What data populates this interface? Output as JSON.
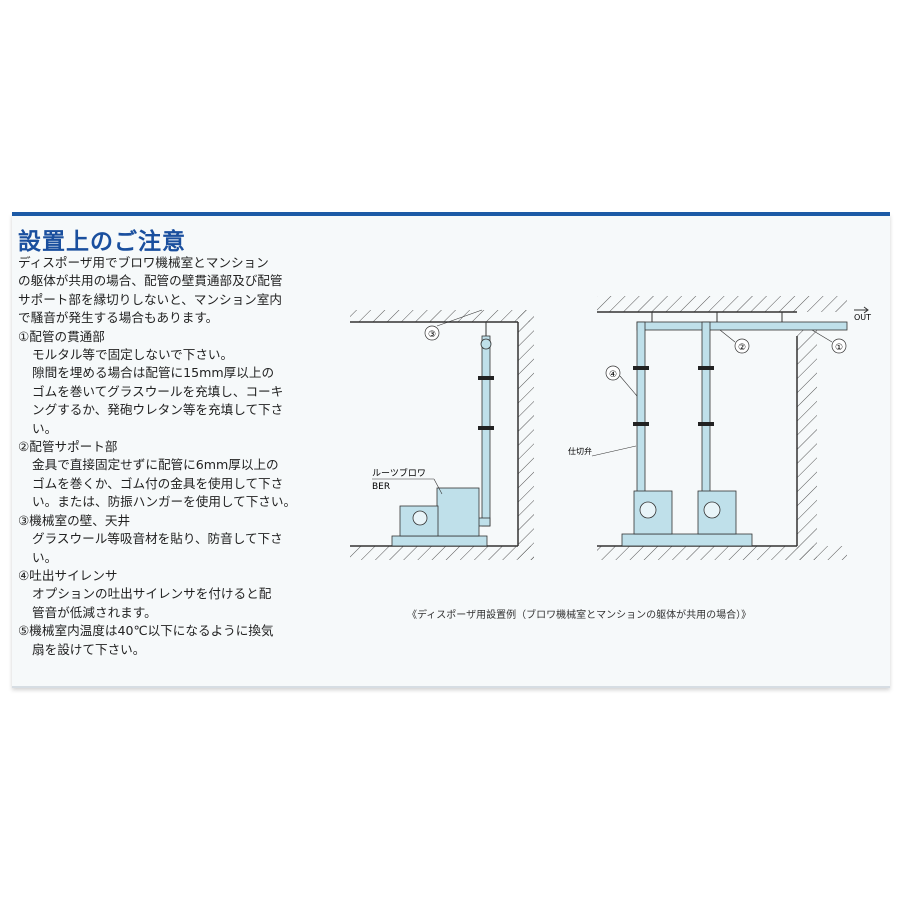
{
  "title": "設置上のご注意",
  "intro": [
    "ディスポーザ用でブロワ機械室とマンション",
    "の躯体が共用の場合、配管の壁貫通部及び配管",
    "サポート部を縁切りしないと、マンション室内",
    "で騒音が発生する場合もあります。"
  ],
  "items": [
    {
      "heading": "①配管の貫通部",
      "lines": [
        "モルタル等で固定しないで下さい。",
        "隙間を埋める場合は配管に15mm厚以上の",
        "ゴムを巻いてグラスウールを充填し、コーキ",
        "ングするか、発砲ウレタン等を充填して下さ",
        "い。"
      ]
    },
    {
      "heading": "②配管サポート部",
      "lines": [
        "金具で直接固定せずに配管に6mm厚以上の",
        "ゴムを巻くか、ゴム付の金具を使用して下さ",
        "い。または、防振ハンガーを使用して下さい。"
      ]
    },
    {
      "heading": "③機械室の壁、天井",
      "lines": [
        "グラスウール等吸音材を貼り、防音して下さ",
        "い。"
      ]
    },
    {
      "heading": "④吐出サイレンサ",
      "lines": [
        "オプションの吐出サイレンサを付けると配",
        "管音が低減されます。"
      ]
    },
    {
      "heading": "⑤機械室内温度は40℃以下になるように換気",
      "lines": [
        "扇を設けて下さい。"
      ]
    }
  ],
  "diagram": {
    "left_labels": {
      "blower": "ルーツブロワ",
      "model": "BER",
      "num3": "③"
    },
    "right_labels": {
      "num1": "①",
      "num2": "②",
      "num4": "④",
      "valve": "仕切弁",
      "out": "OUT"
    },
    "caption": "《ディスポーザ用設置例（ブロワ機械室とマンションの躯体が共用の場合）》"
  },
  "colors": {
    "title": "#1a4f9e",
    "rule": "#1c5aa6",
    "pipe": "#bfe0ea",
    "line": "#333333"
  }
}
